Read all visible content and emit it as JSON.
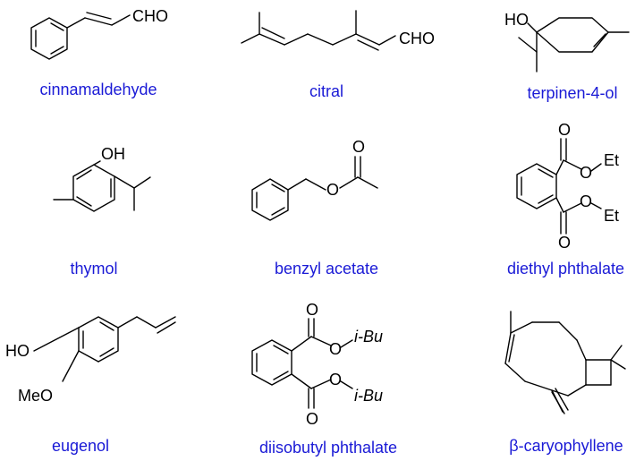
{
  "compounds": [
    {
      "name": "cinnamaldehyde",
      "labels": {
        "cho": "CHO"
      }
    },
    {
      "name": "citral",
      "labels": {
        "cho": "CHO"
      }
    },
    {
      "name": "terpinen-4-ol",
      "labels": {
        "oh": "HO"
      }
    },
    {
      "name": "thymol",
      "labels": {
        "oh": "OH"
      }
    },
    {
      "name": "benzyl acetate",
      "labels": {
        "o": "O",
        "o2": "O"
      }
    },
    {
      "name": "diethyl phthalate",
      "labels": {
        "o1": "O",
        "o2": "O",
        "o3": "O",
        "o4": "O",
        "et1": "Et",
        "et2": "Et"
      }
    },
    {
      "name": "eugenol",
      "labels": {
        "ho": "HO",
        "meo": "MeO"
      }
    },
    {
      "name": "diisobutyl phthalate",
      "labels": {
        "o1": "O",
        "o2": "O",
        "o3": "O",
        "o4": "O",
        "ibu1": "i-Bu",
        "ibu2": "i-Bu"
      }
    },
    {
      "name": "β-caryophyllene",
      "labels": {}
    }
  ],
  "colors": {
    "caption": "#1a1ad6",
    "bond": "#000000"
  }
}
